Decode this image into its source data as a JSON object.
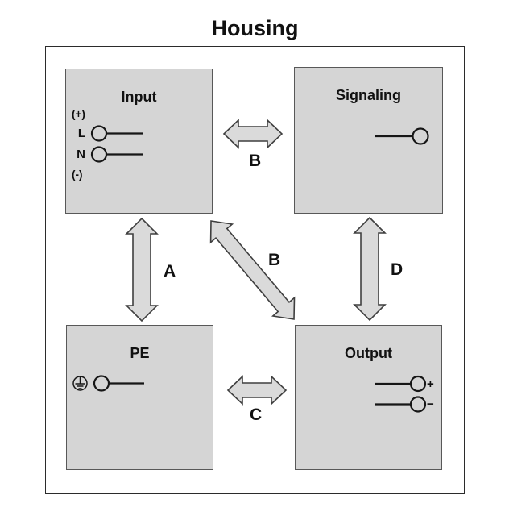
{
  "title": "Housing",
  "boxes": {
    "input": {
      "label": "Input",
      "terminals": {
        "plus": "(+)",
        "line": "L",
        "neutral": "N",
        "minus": "(-)"
      }
    },
    "signaling": {
      "label": "Signaling"
    },
    "pe": {
      "label": "PE"
    },
    "output": {
      "label": "Output",
      "terminals": {
        "plus": "+",
        "minus": "−"
      }
    }
  },
  "arrows": [
    {
      "label": "A",
      "connects": "Input – PE",
      "style": "double-headed"
    },
    {
      "label": "B",
      "connects": "Input – Signaling",
      "style": "double-headed"
    },
    {
      "label": "B",
      "connects": "Input – Output",
      "style": "double-headed"
    },
    {
      "label": "C",
      "connects": "PE – Output",
      "style": "double-headed"
    },
    {
      "label": "D",
      "connects": "Signaling – Output",
      "style": "double-headed"
    }
  ],
  "colors": {
    "box_fill": "#d5d5d5",
    "box_border": "#585858",
    "arrow_fill": "#dadada",
    "arrow_border": "#3f3f3f",
    "housing_border": "#2b2b2b",
    "text": "#0f0f0f"
  }
}
